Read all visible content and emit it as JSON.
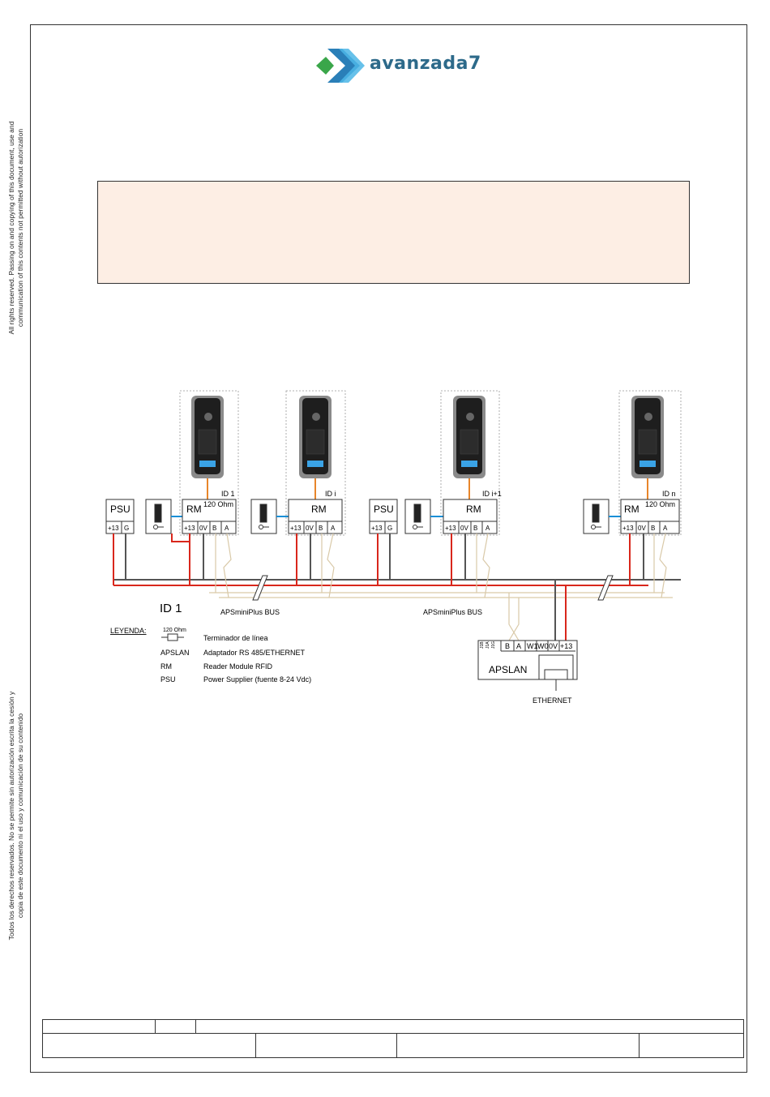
{
  "brand": {
    "name": "avanzada7"
  },
  "side_text": {
    "en_line1": "All rights reserved. Passing on and copying of this document, use and",
    "en_line2": "communication of this contents not permitted without autorization",
    "es_line1": "Todos los derechos reservados. No se permite sin autorización escrita la cesión y",
    "es_line2": "copia de este documento ni el uso y comunicación de su contenido"
  },
  "diagram": {
    "units": {
      "psu": "PSU",
      "psu_t1": "+13",
      "psu_t2": "G",
      "rm": "RM",
      "t_13": "+13",
      "t_0v": "0V",
      "t_b": "B",
      "t_a": "A",
      "ohm": "120 Ohm",
      "id1": "ID 1",
      "idi": "ID i",
      "idi1": "ID i+1",
      "idn": "ID n"
    },
    "bus_label": "APSminiPlus BUS",
    "id_big": "ID 1",
    "apslan": {
      "name": "APSLAN",
      "j1": "J1B",
      "j2": "J1A",
      "j3": "J1G",
      "b": "B",
      "a": "A",
      "w1": "W1",
      "w0": "W0",
      "v0": "0V",
      "p13": "+13",
      "eth": "ETHERNET"
    },
    "legend": {
      "title": "LEYENDA:",
      "ohm": "120 Ohm",
      "items": [
        {
          "key": "",
          "desc": "Terminador de línea"
        },
        {
          "key": "APSLAN",
          "desc": "Adaptador RS 485/ETHERNET"
        },
        {
          "key": "RM",
          "desc": "Reader Module RFID"
        },
        {
          "key": "PSU",
          "desc": "Power Supplier (fuente 8-24 Vdc)"
        }
      ]
    }
  },
  "colors": {
    "red": "#d9271c",
    "blue": "#1a8fd6",
    "orange": "#e8862a",
    "gray": "#555555",
    "notice_bg": "#fdeee4",
    "brand_green": "#3aa64a",
    "brand_blue": "#2d6a8a"
  }
}
